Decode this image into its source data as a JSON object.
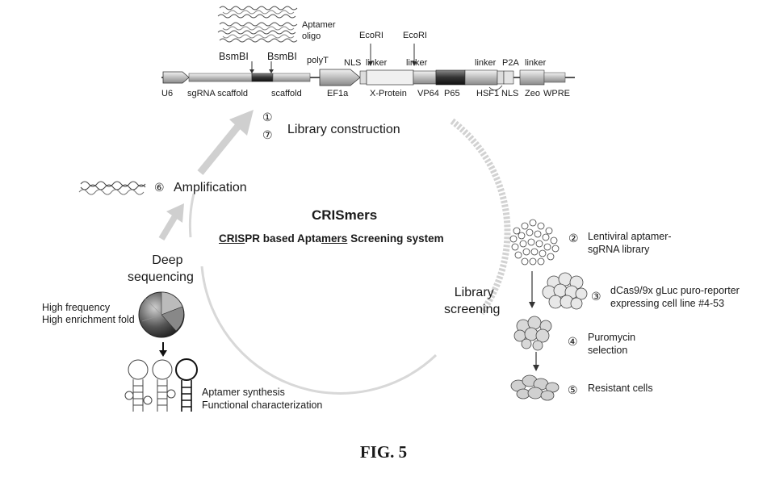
{
  "figure_label": "FIG. 5",
  "title": "CRISmers",
  "subtitle": {
    "part1_ul": "CRIS",
    "part2": "PR based Apta",
    "part3_ul": "mers",
    "part4": " Screening system"
  },
  "vector": {
    "aptamer_oligo": [
      "Aptamer",
      "oligo"
    ],
    "top_labels": {
      "bsmbi1": "BsmBI",
      "bsmbi2": "BsmBI",
      "polyt": "polyT",
      "nls": "NLS",
      "ecori1": "EcoRI",
      "linker1": "linker",
      "ecori2": "EcoRI",
      "linker2": "linker",
      "linker3": "linker",
      "p2a": "P2A",
      "linker4": "linker"
    },
    "bottom_labels": {
      "u6": "U6",
      "sgrna": "sgRNA scaffold",
      "scaffold": "scaffold",
      "ef1a": "EF1a",
      "xprotein": "X-Protein",
      "vp64": "VP64",
      "p65": "P65",
      "hsf1": "HSF1",
      "nls": "NLS",
      "zeo": "Zeo",
      "wpre": "WPRE"
    }
  },
  "steps": {
    "s1": {
      "num": "①",
      "label": "Library construction"
    },
    "s7": {
      "num": "⑦"
    },
    "s6": {
      "num": "⑥",
      "label": "Amplification"
    },
    "deep": [
      "Deep",
      "sequencing"
    ],
    "screening": [
      "Library",
      "screening"
    ],
    "s2": {
      "num": "②",
      "label": [
        "Lentiviral aptamer-",
        "sgRNA library"
      ]
    },
    "s3": {
      "num": "③",
      "label": [
        "dCas9/9x gLuc puro-reporter",
        "expressing cell line #4-53"
      ]
    },
    "s4": {
      "num": "④",
      "label": [
        "Puromycin",
        "selection"
      ]
    },
    "s5": {
      "num": "⑤",
      "label": "Resistant cells"
    }
  },
  "analysis": [
    "High frequency",
    "High enrichment fold"
  ],
  "synthesis": [
    "Aptamer synthesis",
    "Functional characterization"
  ]
}
